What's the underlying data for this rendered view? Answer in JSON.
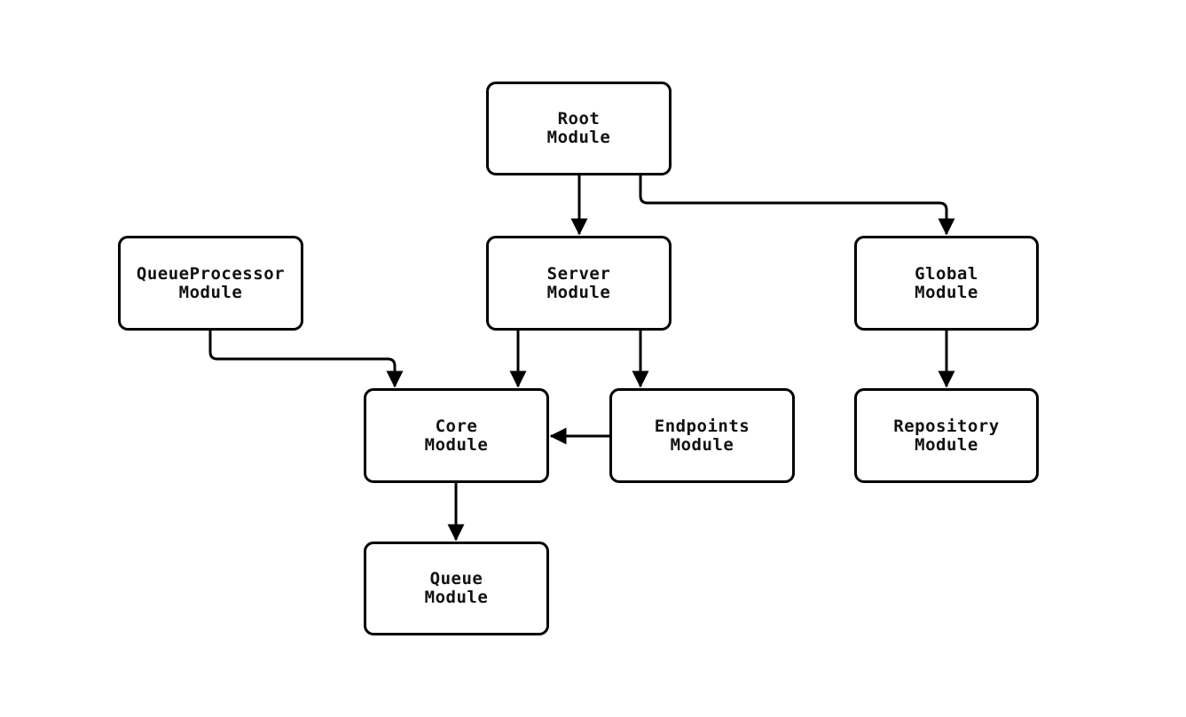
{
  "diagram": {
    "type": "module-dependency-flowchart",
    "colors": {
      "background": "#ffffff",
      "node_fill": "#ffffff",
      "stroke": "#000000",
      "text": "#111111"
    },
    "nodes": [
      {
        "id": "root",
        "label": "Root\nModule"
      },
      {
        "id": "server",
        "label": "Server\nModule"
      },
      {
        "id": "global",
        "label": "Global\nModule"
      },
      {
        "id": "queueprocessor",
        "label": "QueueProcessor\nModule"
      },
      {
        "id": "core",
        "label": "Core\nModule"
      },
      {
        "id": "endpoints",
        "label": "Endpoints\nModule"
      },
      {
        "id": "repository",
        "label": "Repository\nModule"
      },
      {
        "id": "queue",
        "label": "Queue\nModule"
      }
    ],
    "edges": [
      {
        "from": "root",
        "to": "server"
      },
      {
        "from": "root",
        "to": "global"
      },
      {
        "from": "queueprocessor",
        "to": "core"
      },
      {
        "from": "server",
        "to": "core"
      },
      {
        "from": "server",
        "to": "endpoints"
      },
      {
        "from": "endpoints",
        "to": "core"
      },
      {
        "from": "global",
        "to": "repository"
      },
      {
        "from": "core",
        "to": "queue"
      }
    ]
  }
}
